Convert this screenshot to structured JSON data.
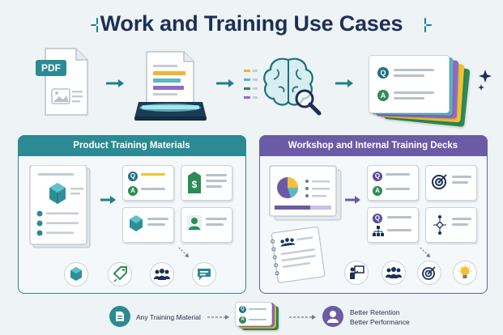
{
  "title": "Work and Training Use Cases",
  "flow": {
    "pdf_label": "PDF",
    "qa_q": "Q",
    "qa_a": "A"
  },
  "left_panel": {
    "heading": "Product Training Materials",
    "card_q": "Q",
    "card_a": "A",
    "price_symbol": "$"
  },
  "right_panel": {
    "heading": "Workshop and Internal Training Decks",
    "card_q": "Q",
    "card_a": "A"
  },
  "legend": {
    "source": "Any Training Material",
    "mini_q": "Q",
    "mini_a": "A",
    "outcome_line1": "Better Retention",
    "outcome_line2": "Better Performance"
  },
  "colors": {
    "teal": "#2b8a93",
    "purple": "#6b5aa6",
    "navy": "#1d2f57"
  }
}
